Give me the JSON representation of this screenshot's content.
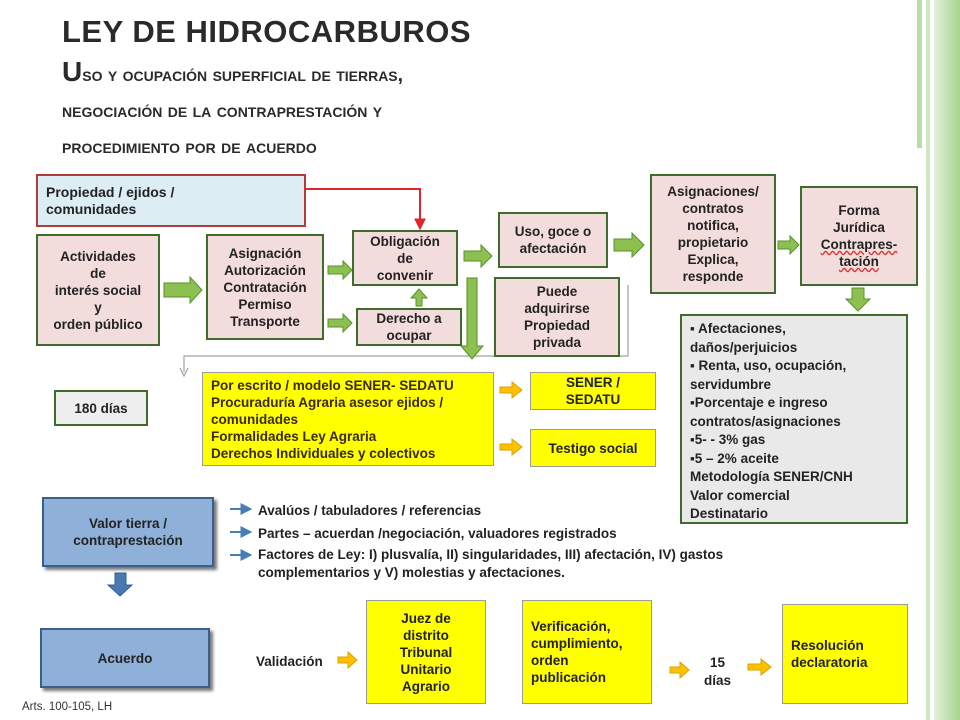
{
  "title": "LEY DE HIDROCARBUROS",
  "subtitle": {
    "first_letter": "U",
    "line1_rest": "so y ocupación superficial de tierras,",
    "line2": "negociación de la contraprestación y",
    "line3": "procedimiento por de acuerdo"
  },
  "boxes": {
    "propiedad": [
      "Propiedad / ejidos /",
      "comunidades"
    ],
    "actividades": [
      "Actividades",
      "de",
      "interés social",
      "y",
      "orden  público"
    ],
    "asignacion": [
      "Asignación",
      "Autorización",
      "Contratación",
      "Permiso",
      "Transporte"
    ],
    "obligacion": [
      "Obligación",
      "de",
      "convenir"
    ],
    "derecho": [
      "Derecho a",
      "ocupar"
    ],
    "uso": [
      "Uso, goce o",
      "afectación"
    ],
    "puede": [
      "Puede",
      "adquirirse",
      "Propiedad",
      "privada"
    ],
    "asignaciones": [
      "Asignaciones/",
      "contratos",
      "notifica,",
      "propietario",
      "Explica,",
      "responde"
    ],
    "forma": [
      "Forma",
      "Jurídica",
      "Contrapres-",
      "tación"
    ],
    "afectaciones": [
      "▪ Afectaciones,",
      "daños/perjuicios",
      "▪ Renta, uso, ocupación,",
      "servidumbre",
      "▪Porcentaje  e ingreso",
      "contratos/asignaciones",
      "▪5- - 3% gas",
      "▪5 – 2% aceite",
      "Metodología SENER/CNH",
      "Valor comercial",
      "Destinatario"
    ],
    "dias180": "180 días",
    "escrito": [
      "Por escrito / modelo SENER- SEDATU",
      "Procuraduría Agraria asesor ejidos /",
      "comunidades",
      "Formalidades Ley Agraria",
      "Derechos Individuales y colectivos"
    ],
    "sener": [
      "SENER /",
      "SEDATU"
    ],
    "testigo": "Testigo social",
    "valor": [
      "Valor tierra /",
      "contraprestación"
    ],
    "acuerdo": "Acuerdo",
    "juez": [
      "Juez de",
      "distrito",
      "Tribunal",
      "Unitario",
      "Agrario"
    ],
    "verificacion": [
      "Verificación,",
      "cumplimiento,",
      "orden",
      "publicación"
    ],
    "resolucion": [
      "Resolución",
      "declaratoria"
    ]
  },
  "valor_items": [
    "Avalúos / tabuladores / referencias",
    "Partes – acuerdan /negociación, valuadores registrados",
    "Factores de Ley: I) plusvalía, II) singularidades, III) afectación, IV) gastos",
    "complementarios y V) molestias y afectaciones."
  ],
  "labels": {
    "validacion": "Validación",
    "dias15": [
      "15",
      "días"
    ],
    "footer": "Arts. 100-105, LH"
  },
  "colors": {
    "pink_fill": "#f3dcdc",
    "yellow_fill": "#ffff00",
    "blue_fill": "#8fb0d8",
    "green_arrow": "#8cc152",
    "red_arrow": "#e0242b"
  }
}
